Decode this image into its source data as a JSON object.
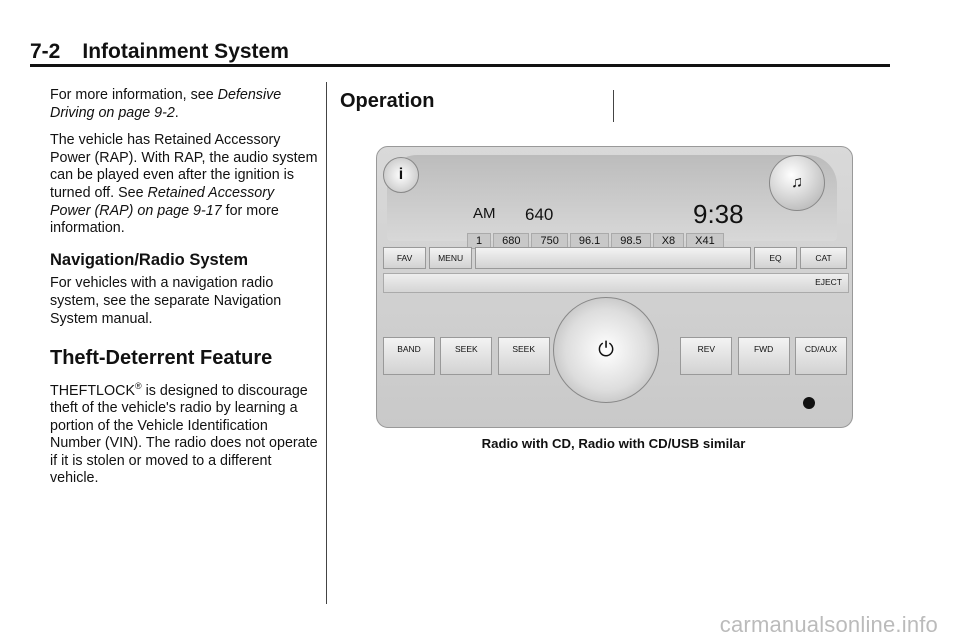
{
  "header": {
    "page_number": "7-2",
    "section": "Infotainment System"
  },
  "col1": {
    "p1_prefix": "For more information, see ",
    "p1_link": "Defensive Driving on page 9-2",
    "p1_suffix": ".",
    "p2_text": "The vehicle has Retained Accessory Power (RAP). With RAP, the audio system can be played even after the ignition is turned off. See ",
    "p2_link": "Retained Accessory Power (RAP) on page 9-17",
    "p2_suffix": " for more information.",
    "h_nav": "Navigation/Radio System",
    "p3": "For vehicles with a navigation radio system, see the separate Navigation System manual.",
    "h_theft": "Theft-Deterrent Feature",
    "p4_brand": "THEFTLOCK",
    "p4_reg": "®",
    "p4_rest": " is designed to discourage theft of the vehicle's radio by learning a portion of the Vehicle Identification Number (VIN). The radio does not operate if it is stolen or moved to a different vehicle."
  },
  "operation_title": "Operation",
  "radio": {
    "info": "i",
    "music": "♫",
    "band": "AM",
    "frequency": "640",
    "clock": "9:38",
    "presets": [
      "1",
      "680",
      "750",
      "96.1",
      "98.5",
      "X8",
      "X41"
    ],
    "row1": [
      "FAV",
      "MENU",
      "EQ",
      "CAT"
    ],
    "eject": "EJECT",
    "row3": [
      "BAND",
      "SEEK",
      "SEEK",
      "REV",
      "FWD",
      "CD/AUX"
    ],
    "power": "⏻"
  },
  "caption": "Radio with CD, Radio with CD/USB similar",
  "watermark": "carmanualsonline.info"
}
